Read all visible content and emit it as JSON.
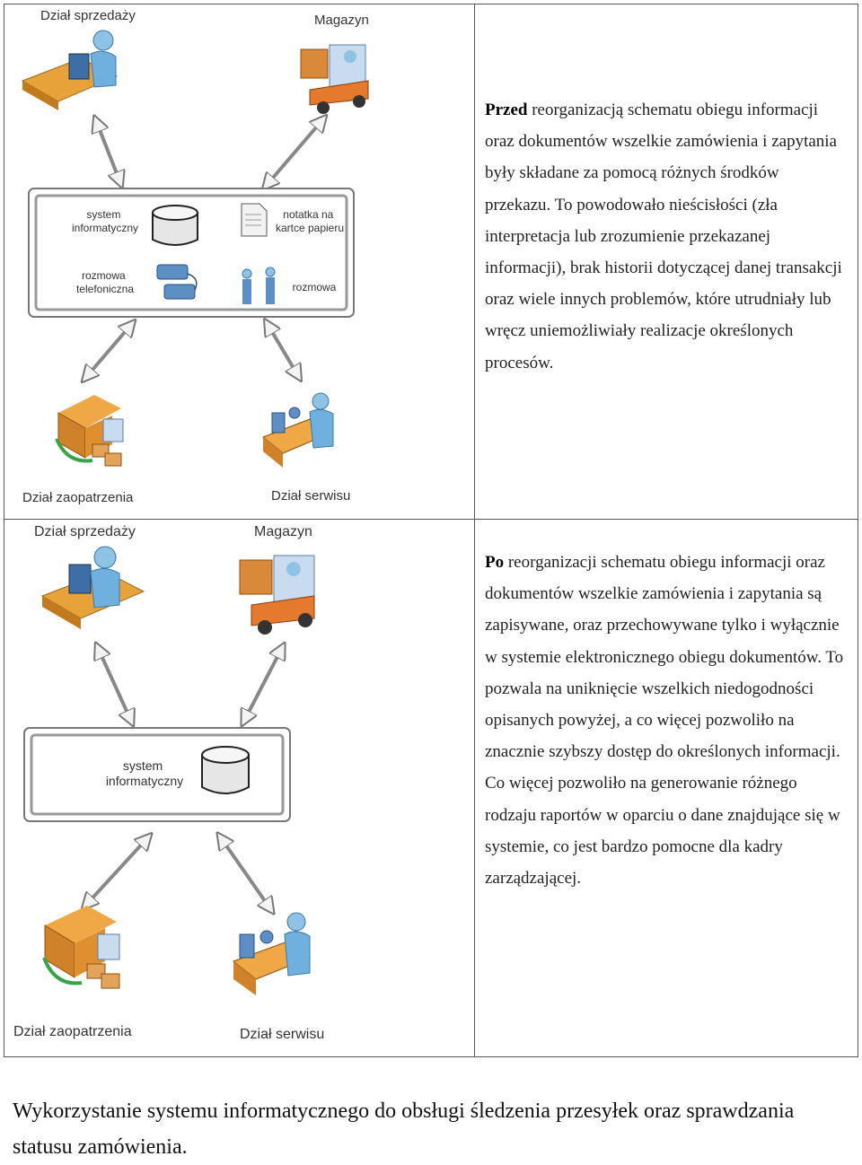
{
  "top": {
    "labels": {
      "sales": "Dział sprzedaży",
      "warehouse": "Magazyn",
      "supply": "Dział zaopatrzenia",
      "service": "Dział serwisu"
    },
    "channels": {
      "it_system": [
        "system",
        "informatyczny"
      ],
      "paper_note": [
        "notatka na",
        "kartce papieru"
      ],
      "phone_call": [
        "rozmowa",
        "telefoniczna"
      ],
      "talk": "rozmowa"
    },
    "description": {
      "lead": "Przed",
      "text": " reorganizacją schematu obiegu informacji oraz dokumentów wszelkie zamówienia i zapytania były składane za pomocą różnych środków przekazu. To powodowało nieścisłości (zła interpretacja lub zrozumienie przekazanej informacji), brak historii dotyczącej danej transakcji oraz wiele innych problemów, które utrudniały lub wręcz uniemożliwiały realizacje określonych procesów."
    }
  },
  "bottom": {
    "labels": {
      "sales": "Dział sprzedaży",
      "warehouse": "Magazyn",
      "supply": "Dział zaopatrzenia",
      "service": "Dział serwisu"
    },
    "channels": {
      "it_system": [
        "system",
        "informatyczny"
      ]
    },
    "description": {
      "lead": "Po",
      "text": " reorganizacji schematu obiegu informacji oraz dokumentów wszelkie zamówienia i zapytania są zapisywane, oraz przechowywane tylko i wyłącznie w systemie elektronicznego obiegu dokumentów. To pozwala na uniknięcie wszelkich niedogodności opisanych powyżej, a co więcej pozwoliło na znacznie szybszy dostęp do określonych informacji. Co więcej pozwoliło na generowanie różnego rodzaju raportów w oparciu o dane znajdujące się w systemie, co jest bardzo pomocne dla kadry zarządzającej."
    }
  },
  "footer": "Wykorzystanie systemu informatycznego do obsługi śledzenia przesyłek oraz sprawdzania statusu zamówienia."
}
